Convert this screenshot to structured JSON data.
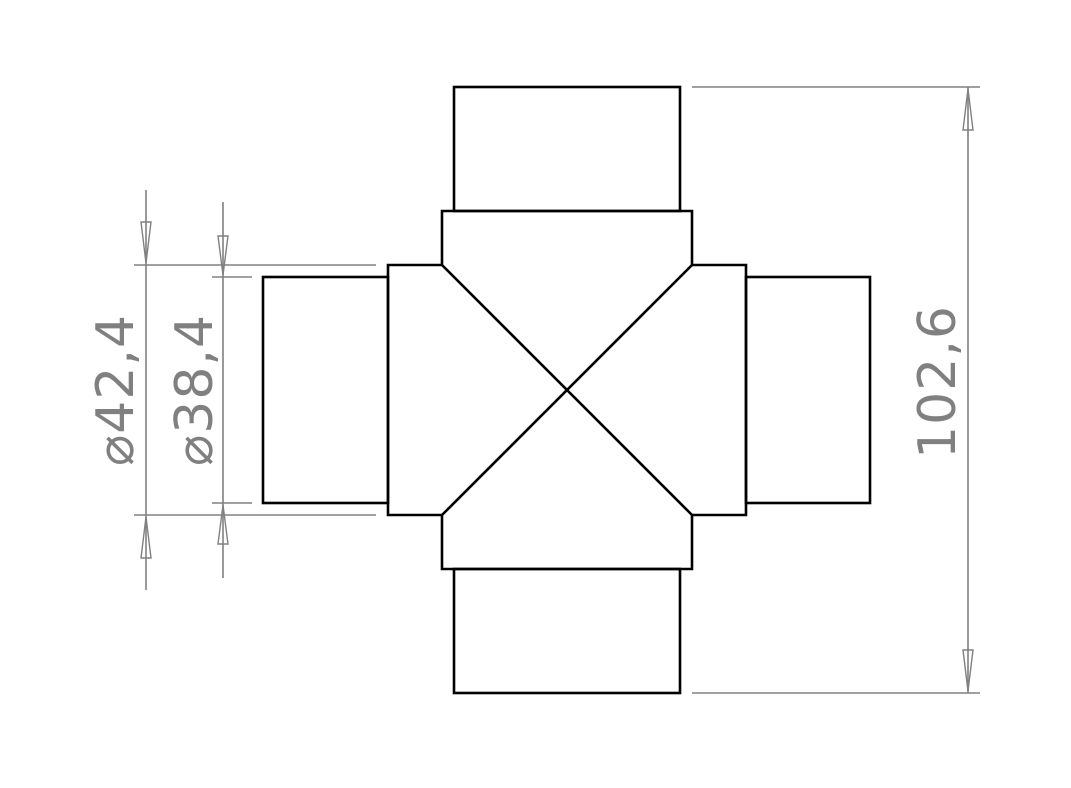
{
  "drawing": {
    "subject": "cross pipe connector",
    "colors": {
      "part_outline": "#000000",
      "dimension": "#808080",
      "background": "#ffffff"
    },
    "dimensions": {
      "outer_diameter": "⌀42,4",
      "inner_diameter": "⌀38,4",
      "overall_height": "102,6"
    }
  }
}
